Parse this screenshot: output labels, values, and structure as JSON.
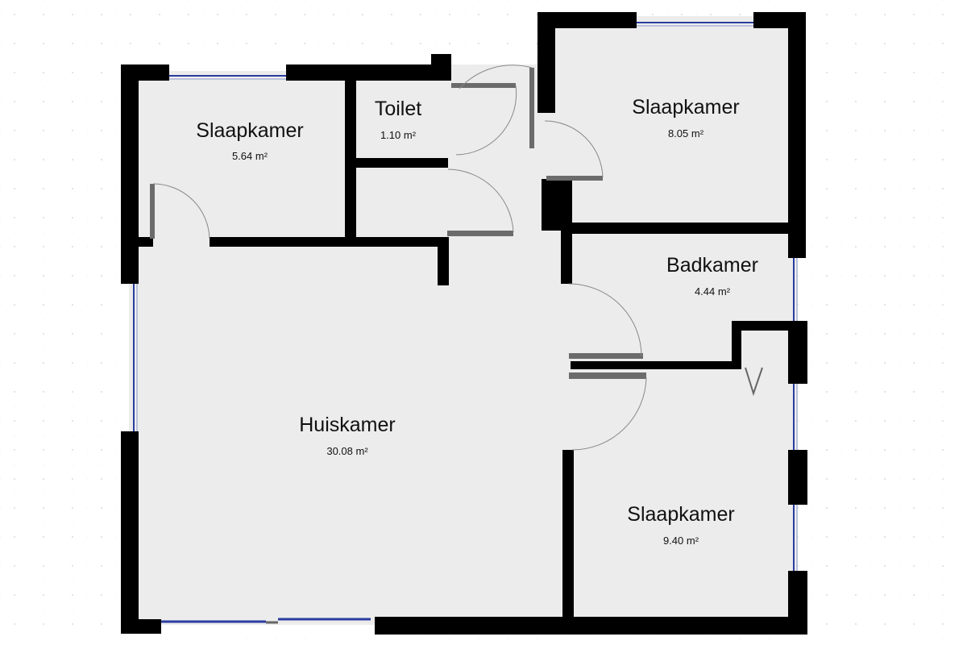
{
  "rooms": [
    {
      "id": "slaapkamer-1",
      "name": "Slaapkamer",
      "area": "5.64 m²"
    },
    {
      "id": "toilet",
      "name": "Toilet",
      "area": "1.10 m²"
    },
    {
      "id": "slaapkamer-2",
      "name": "Slaapkamer",
      "area": "8.05 m²"
    },
    {
      "id": "badkamer",
      "name": "Badkamer",
      "area": "4.44 m²"
    },
    {
      "id": "huiskamer",
      "name": "Huiskamer",
      "area": "30.08 m²"
    },
    {
      "id": "slaapkamer-3",
      "name": "Slaapkamer",
      "area": "9.40 m²"
    }
  ],
  "colors": {
    "floor": "#ececec",
    "wall": "#000000",
    "door": "#6b6b6b",
    "window": "#2a3ca0",
    "grid": "#d4d4d4",
    "background": "#ffffff"
  }
}
